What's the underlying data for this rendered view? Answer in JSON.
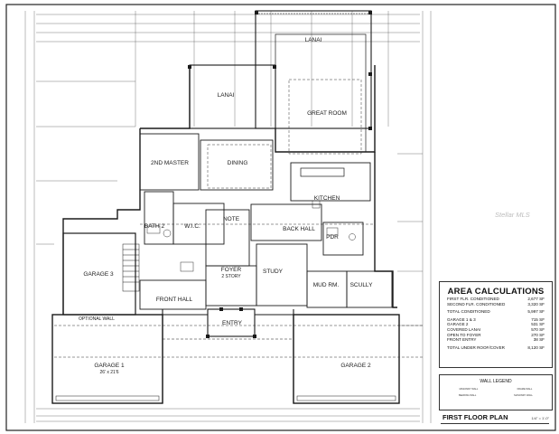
{
  "rooms": {
    "lanai_upper": "LANAI",
    "lanai": "LANAI",
    "great_room": "GREAT ROOM",
    "second_master": "2ND MASTER",
    "dining": "DINING",
    "kitchen": "KITCHEN",
    "bath2": "BATH 2",
    "wic": "W.I.C.",
    "note": "NOTE",
    "back_hall": "BACK HALL",
    "pdr": "PDR",
    "garage3": "GARAGE 3",
    "foyer": "FOYER",
    "foyer_sub": "2 STORY",
    "study": "STUDY",
    "mud_rm": "MUD RM.",
    "scully": "SCULLY",
    "front_hall": "FRONT HALL",
    "optional_wall": "OPTIONAL WALL",
    "entry": "ENTRY",
    "garage1": "GARAGE 1",
    "garage1_size": "26' x 21'6",
    "garage2": "GARAGE 2"
  },
  "area_calculations": {
    "title": "AREA CALCULATIONS",
    "rows": [
      {
        "label": "FIRST FLR. CONDITIONED",
        "value": "2,677 SF"
      },
      {
        "label": "SECOND FLR. CONDITIONED",
        "value": "3,320 SF"
      },
      {
        "label": "TOTAL CONDITIONED",
        "value": "5,997 SF"
      },
      {
        "label": "GARAGE 1 & 3",
        "value": "715 SF"
      },
      {
        "label": "GARAGE 2",
        "value": "531 SF"
      },
      {
        "label": "COVERED LANAI",
        "value": "570 SF"
      },
      {
        "label": "OPEN TO FOYER",
        "value": "270 SF"
      },
      {
        "label": "FRONT ENTRY",
        "value": "38 SF"
      },
      {
        "label": "TOTAL UNDER ROOF/COVER",
        "value": "8,120 SF"
      }
    ]
  },
  "wall_legend": {
    "title": "WALL LEGEND",
    "items": [
      "MASONRY WALL",
      "FRAME WALL",
      "BEARING WALL",
      "MASONRY WALL"
    ]
  },
  "plan_title": "FIRST FLOOR PLAN",
  "plan_scale": "1/4\" = 1'-0\"",
  "watermark": "Stellar MLS"
}
